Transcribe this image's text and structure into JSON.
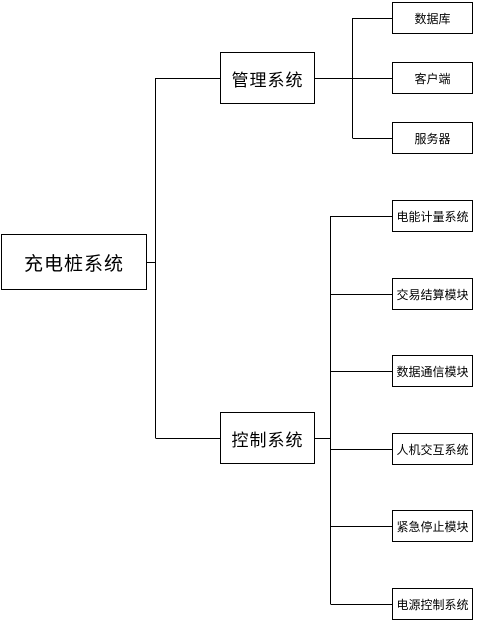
{
  "root": {
    "label": "充电桩系统"
  },
  "management": {
    "label": "管理系统",
    "children": [
      "数据库",
      "客户端",
      "服务器"
    ]
  },
  "control": {
    "label": "控制系统",
    "children": [
      "电能计量系统",
      "交易结算模块",
      "数据通信模块",
      "人机交互系统",
      "紧急停止模块",
      "电源控制系统"
    ]
  }
}
